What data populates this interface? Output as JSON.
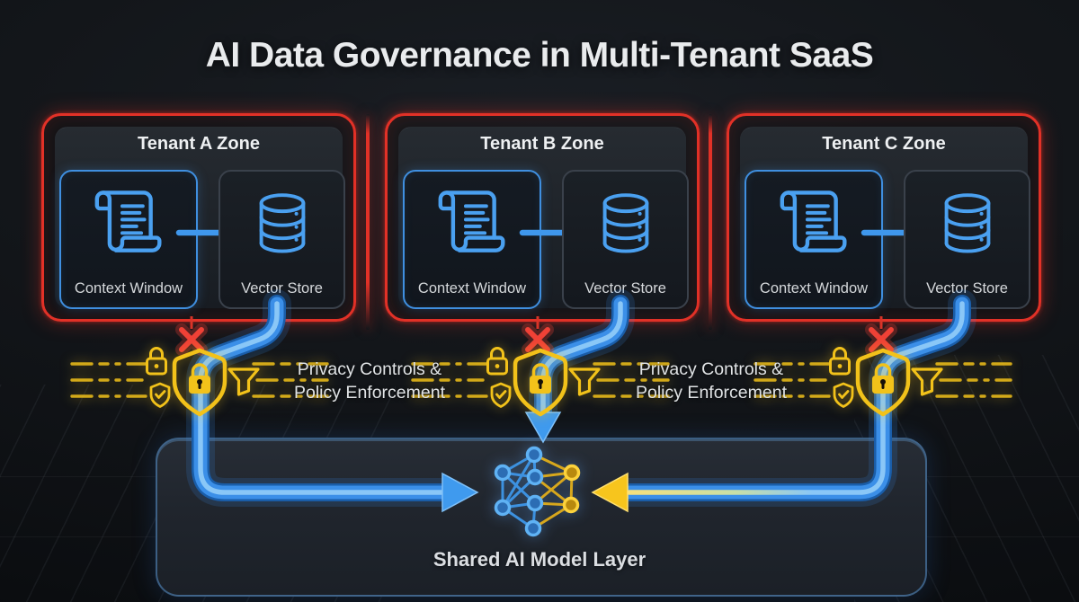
{
  "title": "AI Data Governance in Multi-Tenant SaaS",
  "zones": [
    {
      "name": "Tenant A Zone",
      "context_window": {
        "label": "Context Window",
        "icon": "scroll-text-icon"
      },
      "vector_store": {
        "label": "Vector Store",
        "icon": "database-icon"
      },
      "flow_icon": "arrow-right-icon"
    },
    {
      "name": "Tenant B Zone",
      "context_window": {
        "label": "Context Window",
        "icon": "scroll-text-icon"
      },
      "vector_store": {
        "label": "Vector Store",
        "icon": "database-icon"
      },
      "flow_icon": "arrow-right-icon"
    },
    {
      "name": "Tenant C Zone",
      "context_window": {
        "label": "Context Window",
        "icon": "scroll-text-icon"
      },
      "vector_store": {
        "label": "Vector Store",
        "icon": "database-icon"
      },
      "flow_icon": "arrow-right-icon"
    }
  ],
  "privacy_checkpoints": {
    "labels": [
      {
        "line1": "Privacy Controls &",
        "line2": "Policy Enforcement"
      },
      {
        "line1": "Privacy Controls &",
        "line2": "Policy Enforcement"
      }
    ],
    "icons": [
      "lock-icon",
      "shield-lock-icon",
      "shield-check-icon",
      "filter-icon"
    ],
    "blocked_icon": "x-mark-icon"
  },
  "shared_layer": {
    "label": "Shared AI Model Layer",
    "icon": "neural-network-icon"
  },
  "flows": {
    "tenant_a": "arrow-right-icon",
    "tenant_b": "arrow-down-icon",
    "tenant_c": "arrow-left-icon"
  },
  "colors": {
    "background": "#0e1114",
    "tenant_border_red": "#e23127",
    "data_blue": "#3f97ec",
    "privacy_yellow": "#f2c21a",
    "blocked_red": "#ef4136",
    "text_light": "#e9ebed"
  }
}
